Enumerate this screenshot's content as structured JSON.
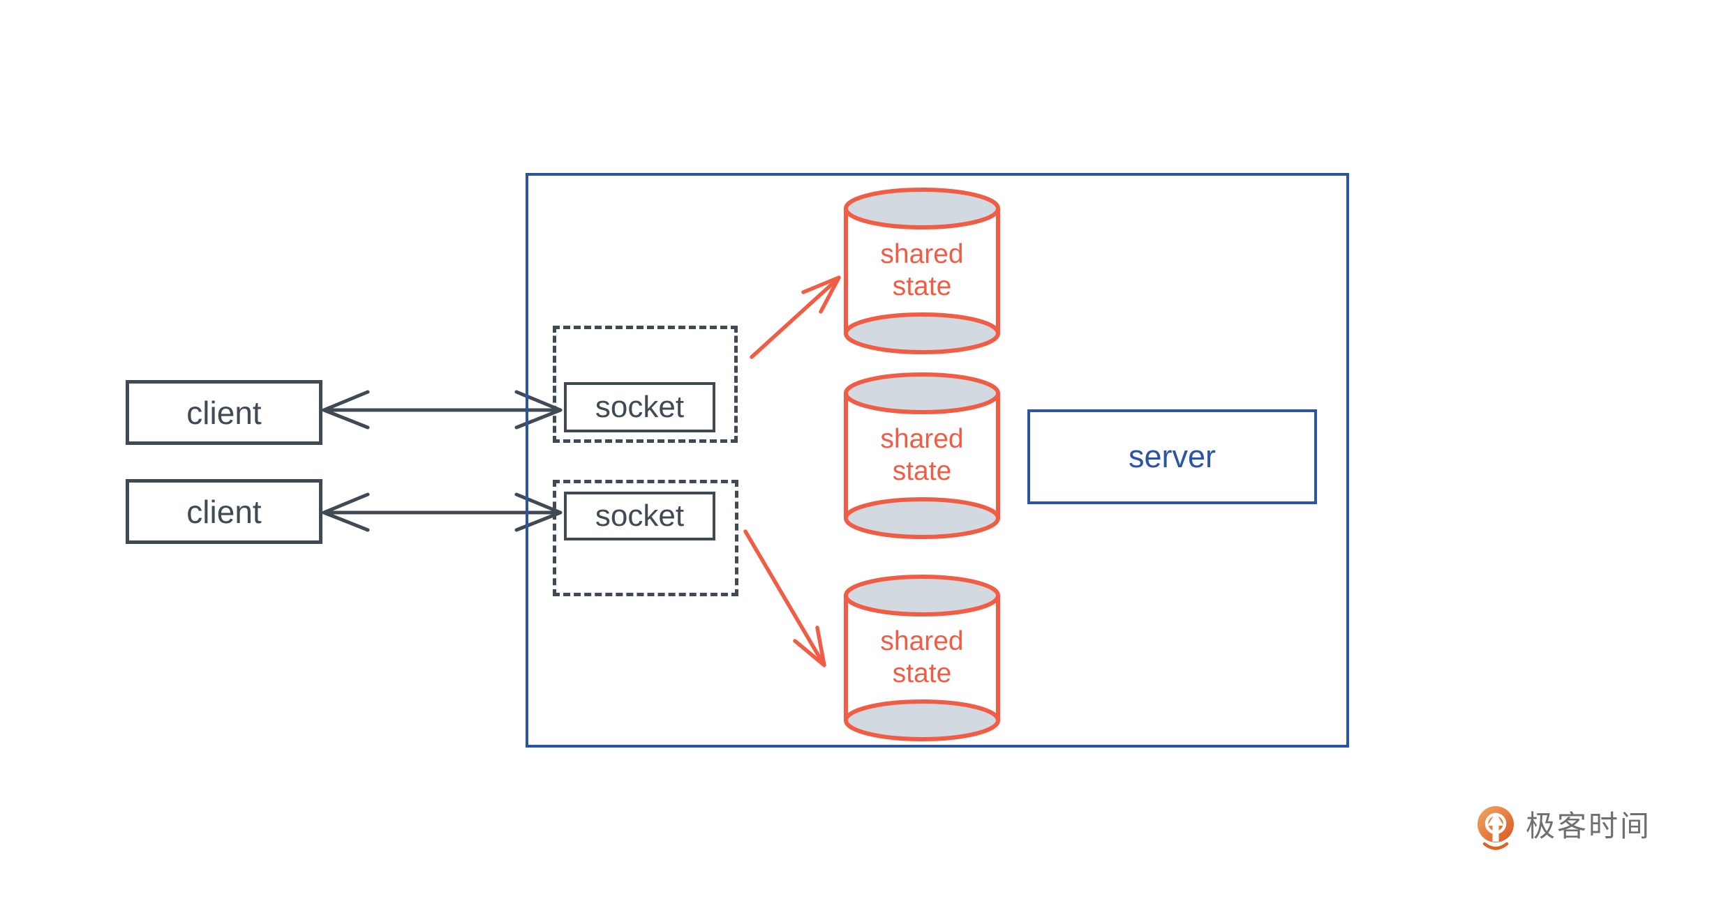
{
  "diagram": {
    "clients": [
      [],
      {
        "label": "client"
      },
      {
        "label": "client"
      }
    ],
    "sockets": [
      {
        "label": "socket"
      },
      {
        "label": "socket"
      }
    ],
    "shared_states": [
      {
        "label": "shared state"
      },
      {
        "label": "shared state"
      },
      {
        "label": "shared state"
      }
    ],
    "server": {
      "label": "server"
    },
    "colors": {
      "ink": "#3f4a55",
      "blue": "#2b53a8",
      "orange": "#f05c44",
      "cylinder_fill": "#d3d9e0",
      "logo_text_gray": "#6f6f6f"
    }
  },
  "branding": {
    "logo_text": "极客时间",
    "logo_icon": "geektime-pin-icon"
  }
}
